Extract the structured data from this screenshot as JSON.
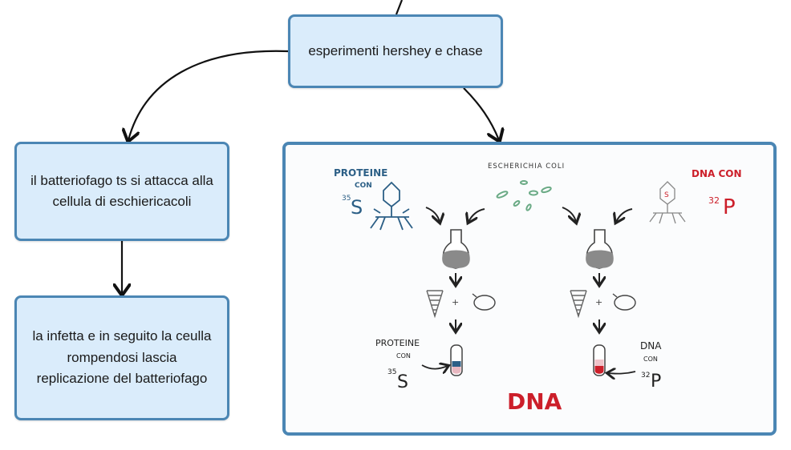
{
  "nodes": {
    "main": "esperimenti hershey e chase",
    "left1": "il batteriofago ts si attacca alla cellula di eschiericacoli",
    "left2": "la infetta e in seguito la ceulla rompendosi lascia replicazione del batteriofago"
  },
  "illustration": {
    "ecoli_label": "ESCHERICHIA COLI",
    "left_label_line1": "PROTEINE",
    "left_label_line2": "CON",
    "left_isotope_num": "35",
    "left_isotope_sym": "S",
    "right_label_line1": "DNA CON",
    "right_isotope_num": "32",
    "right_isotope_sym": "P",
    "plus": "+",
    "tube_left_line1": "PROTEINE",
    "tube_left_line2": "CON",
    "tube_left_num": "35",
    "tube_left_sym": "S",
    "tube_right_line1": "DNA",
    "tube_right_line2": "CON",
    "tube_right_num": "32",
    "tube_right_sym": "P",
    "result": "DNA",
    "phage_capsid_letter": "S"
  },
  "colors": {
    "node_fill": "#daecfb",
    "node_border": "#4b86b4",
    "proteine_blue": "#2c5f86",
    "dna_red": "#cc1f2a",
    "bacteria_green": "#7fbf9a"
  }
}
